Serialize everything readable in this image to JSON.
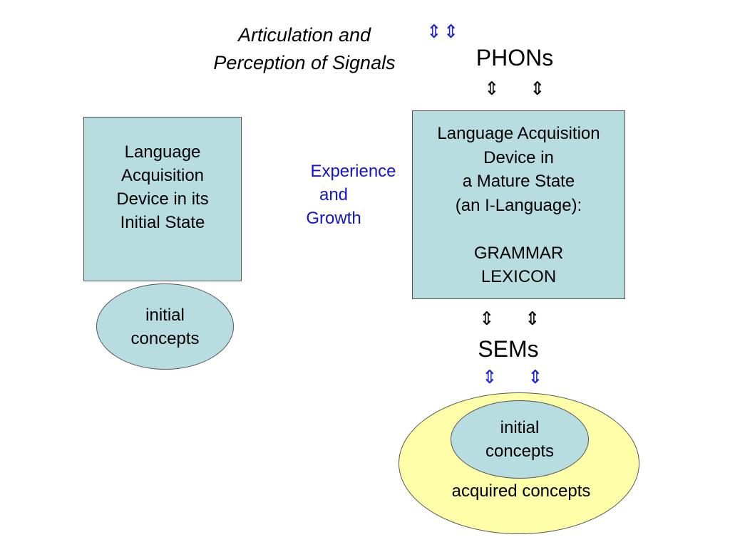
{
  "heading": {
    "line1": "Articulation and",
    "line2": "Perception of Signals"
  },
  "arrows": {
    "top_pair": "⇕⇕",
    "phons_left": "⇕",
    "phons_right": "⇕",
    "sems_above_left": "⇕",
    "sems_above_right": "⇕",
    "sems_below_left": "⇕",
    "sems_below_right": "⇕"
  },
  "labels": {
    "phons": "PHONs",
    "sems": "SEMs"
  },
  "initial_state_box": {
    "lines": [
      "Language",
      "Acquisition",
      "Device in its",
      "Initial State"
    ]
  },
  "experience": {
    "lines": [
      "Experience",
      "and",
      "Growth"
    ]
  },
  "mature_state_box": {
    "lines": [
      "Language Acquisition",
      "Device in",
      "a Mature State",
      "(an I-Language):",
      "",
      "GRAMMAR",
      "LEXICON"
    ]
  },
  "initial_concepts_left": {
    "lines": [
      "initial",
      "concepts"
    ]
  },
  "initial_concepts_right": {
    "lines": [
      "initial",
      "concepts"
    ]
  },
  "acquired_concepts": {
    "label": "acquired concepts"
  },
  "colors": {
    "box_fill": "#b8dde0",
    "acquired_fill": "#ffffaa",
    "experience_text": "#1515c8",
    "arrow_blue": "#2222cc"
  },
  "icons": {
    "arrow": "up-down-arrow-icon"
  }
}
